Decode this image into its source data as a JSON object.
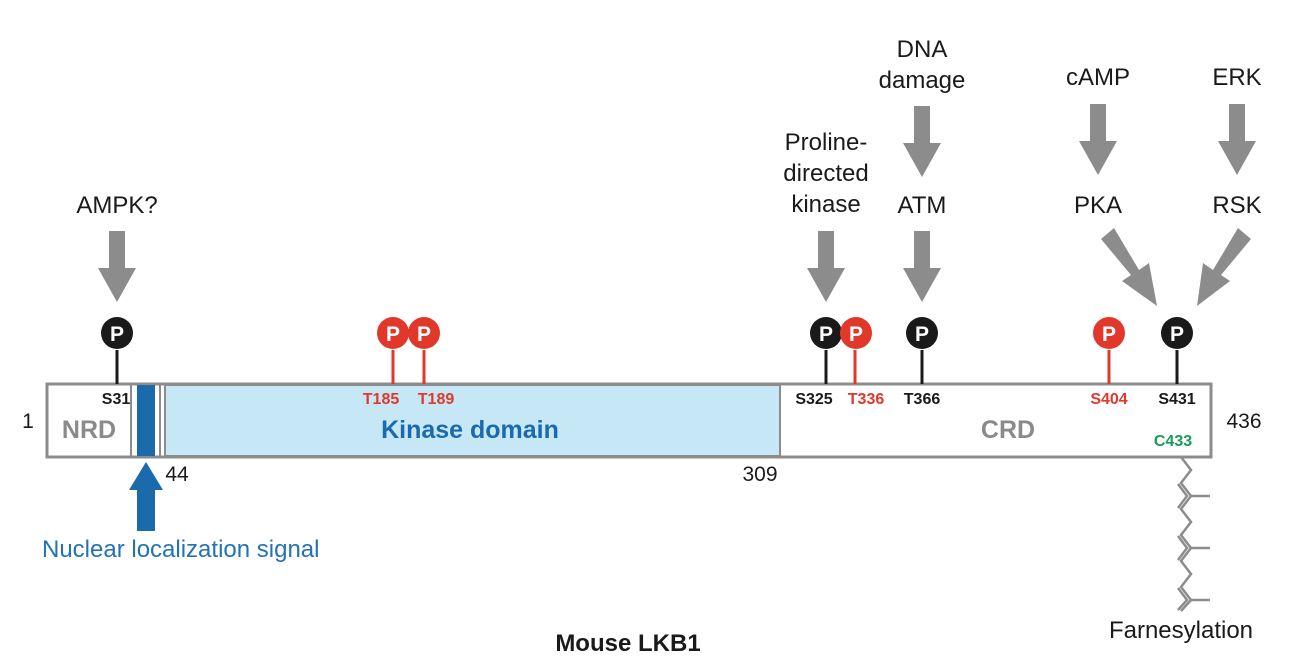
{
  "title": "Mouse LKB1",
  "colors": {
    "arrow_gray": "#8c8c8c",
    "box_border": "#8c8c8c",
    "kinase_fill": "#c6e7f6",
    "blue": "#1b6aab",
    "label_blue": "#2372b5",
    "red": "#e2382c",
    "black": "#1a1a1a",
    "gray_text": "#8a8a8a",
    "green": "#1a9a5a"
  },
  "positions": {
    "start": "1",
    "end": "436",
    "kinase_start": "44",
    "kinase_end": "309"
  },
  "domains": {
    "nrd": "NRD",
    "kinase": "Kinase domain",
    "crd": "CRD"
  },
  "nls_label": "Nuclear localization signal",
  "phospho_symbol": "P",
  "sites": [
    {
      "label": "S31",
      "color": "black"
    },
    {
      "label": "T185",
      "color": "red"
    },
    {
      "label": "T189",
      "color": "red"
    },
    {
      "label": "S325",
      "color": "black"
    },
    {
      "label": "T336",
      "color": "red"
    },
    {
      "label": "T366",
      "color": "black"
    },
    {
      "label": "S404",
      "color": "red"
    },
    {
      "label": "S431",
      "color": "black"
    }
  ],
  "farnesyl_site": "C433",
  "farnesylation_label": "Farnesylation",
  "kinases": {
    "ampk": "AMPK?",
    "proline_line1": "Proline-",
    "proline_line2": "directed",
    "proline_line3": "kinase",
    "dna_line1": "DNA",
    "dna_line2": "damage",
    "atm": "ATM",
    "camp": "cAMP",
    "pka": "PKA",
    "erk": "ERK",
    "rsk": "RSK"
  }
}
